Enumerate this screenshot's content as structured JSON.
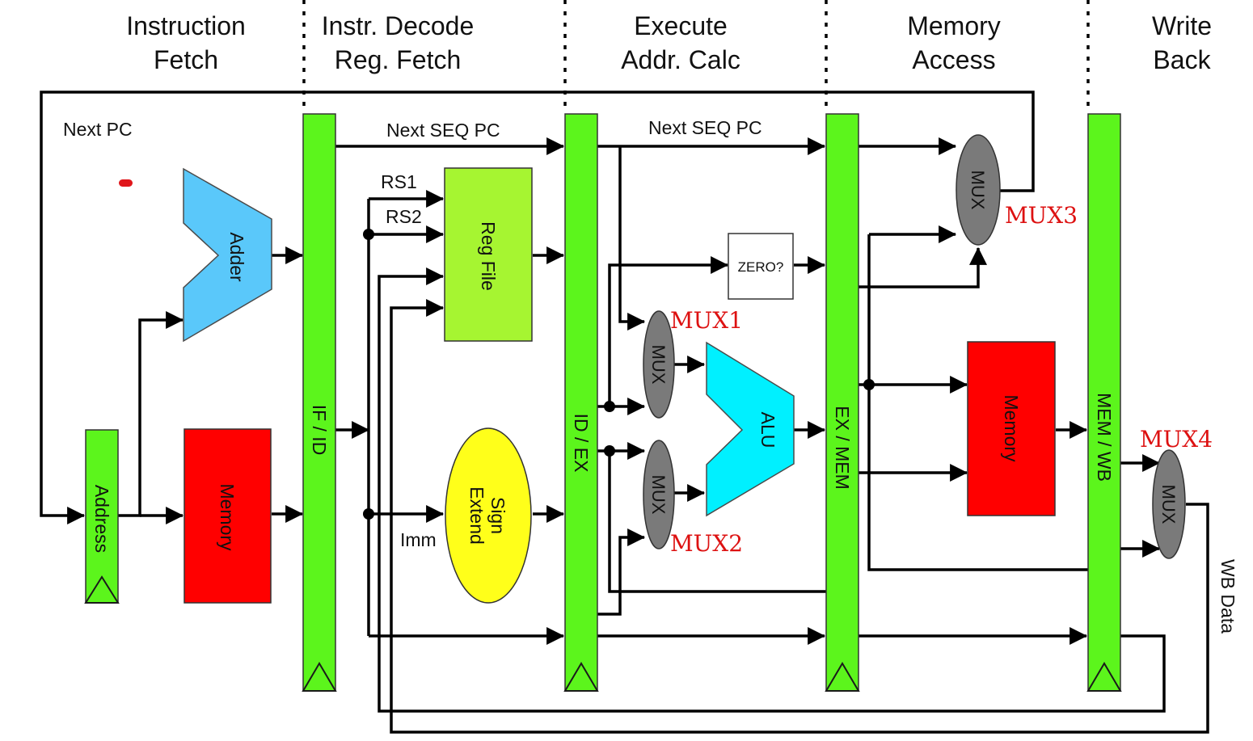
{
  "stages": [
    {
      "line1": "Instruction",
      "line2": "Fetch"
    },
    {
      "line1": "Instr. Decode",
      "line2": "Reg. Fetch"
    },
    {
      "line1": "Execute",
      "line2": "Addr. Calc"
    },
    {
      "line1": "Memory",
      "line2": "Access"
    },
    {
      "line1": "Write",
      "line2": "Back"
    }
  ],
  "registers": {
    "address": "Address",
    "if_id": "IF / ID",
    "id_ex": "ID / EX",
    "ex_mem": "EX / MEM",
    "mem_wb": "MEM / WB"
  },
  "blocks": {
    "adder": "Adder",
    "instr_memory": "Memory",
    "reg_file": "Reg File",
    "sign_extend_line1": "Sign",
    "sign_extend_line2": "Extend",
    "alu": "ALU",
    "zero": "ZERO?",
    "data_memory": "Memory",
    "mux": "MUX"
  },
  "signals": {
    "next_pc": "Next PC",
    "next_seq_pc_1": "Next SEQ PC",
    "next_seq_pc_2": "Next SEQ PC",
    "rs1": "RS1",
    "rs2": "RS2",
    "imm": "Imm",
    "wb_data": "WB Data"
  },
  "annotations": {
    "mux1": "MUX1",
    "mux2": "MUX2",
    "mux3": "MUX3",
    "mux4": "MUX4"
  },
  "colors": {
    "register": "#5cf51c",
    "adder": "#5ac8fa",
    "memory": "#ff0000",
    "reg_file": "#a6f531",
    "sign_extend": "#ffff1a",
    "alu": "#00f0ff",
    "mux": "#7a7a7a",
    "annotation": "#dd1111"
  }
}
